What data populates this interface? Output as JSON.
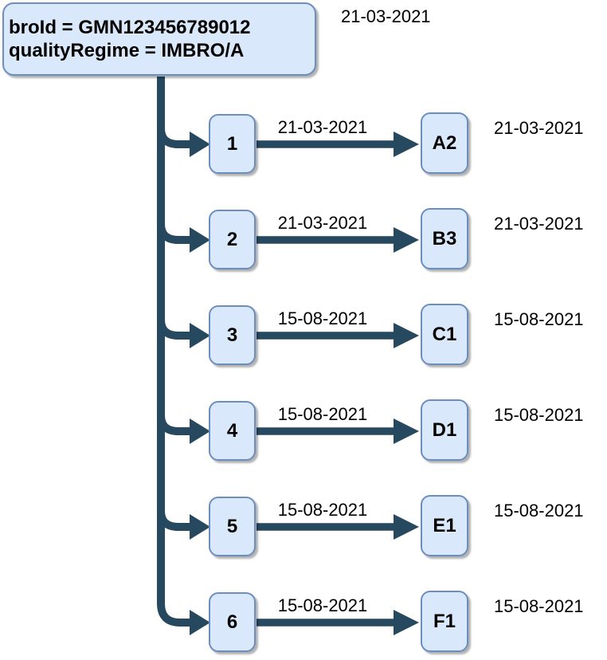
{
  "diagram": {
    "root": {
      "label_line1": "broId = GMN123456789012",
      "label_line2": "qualityRegime = IMBRO/A",
      "date": "21-03-2021"
    },
    "rows": [
      {
        "num": "1",
        "edge_date": "21-03-2021",
        "target": "A2",
        "target_date": "21-03-2021"
      },
      {
        "num": "2",
        "edge_date": "21-03-2021",
        "target": "B3",
        "target_date": "21-03-2021"
      },
      {
        "num": "3",
        "edge_date": "15-08-2021",
        "target": "C1",
        "target_date": "15-08-2021"
      },
      {
        "num": "4",
        "edge_date": "15-08-2021",
        "target": "D1",
        "target_date": "15-08-2021"
      },
      {
        "num": "5",
        "edge_date": "15-08-2021",
        "target": "E1",
        "target_date": "15-08-2021"
      },
      {
        "num": "6",
        "edge_date": "15-08-2021",
        "target": "F1",
        "target_date": "15-08-2021"
      }
    ],
    "colors": {
      "node_fill": "#dae8fc",
      "node_border": "#6c8ebf",
      "arrow": "#26495f"
    }
  }
}
